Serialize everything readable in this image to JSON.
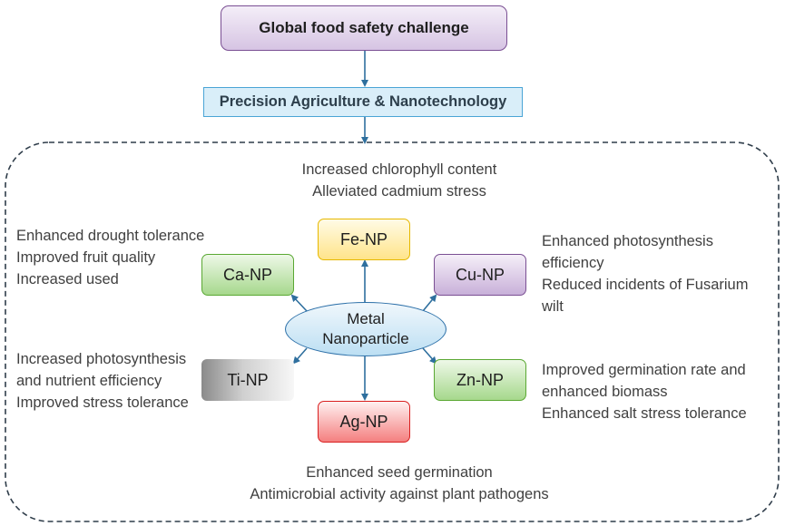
{
  "header": {
    "title": "Global food safety challenge",
    "subtitle": "Precision Agriculture & Nanotechnology"
  },
  "center": {
    "line1": "Metal",
    "line2": "Nanoparticle"
  },
  "nodes": {
    "fe": "Fe-NP",
    "ca": "Ca-NP",
    "cu": "Cu-NP",
    "ti": "Ti-NP",
    "zn": "Zn-NP",
    "ag": "Ag-NP"
  },
  "effects": {
    "fe": [
      "Increased chlorophyll content",
      "Alleviated cadmium stress"
    ],
    "ca": [
      "Enhanced drought tolerance",
      "Improved fruit quality",
      "Increased used"
    ],
    "cu": [
      "Enhanced photosynthesis",
      "efficiency",
      "Reduced incidents of Fusarium",
      "wilt"
    ],
    "ti": [
      "Increased photosynthesis",
      "and nutrient efficiency",
      "Improved stress tolerance"
    ],
    "zn": [
      "Improved germination rate and",
      "enhanced biomass",
      "Enhanced salt stress tolerance"
    ],
    "ag": [
      "Enhanced seed germination",
      "Antimicrobial activity against plant pathogens"
    ]
  },
  "colors": {
    "arrow": "#2e6f9e",
    "dashed_border": "#2f3d4a",
    "fe": "#ffd84d",
    "ca": "#8cc870",
    "cu": "#b79cc9",
    "ti": "#bfbfbf",
    "zn": "#8cc870",
    "ag": "#f25c5c",
    "center": "#a9d3ee"
  }
}
